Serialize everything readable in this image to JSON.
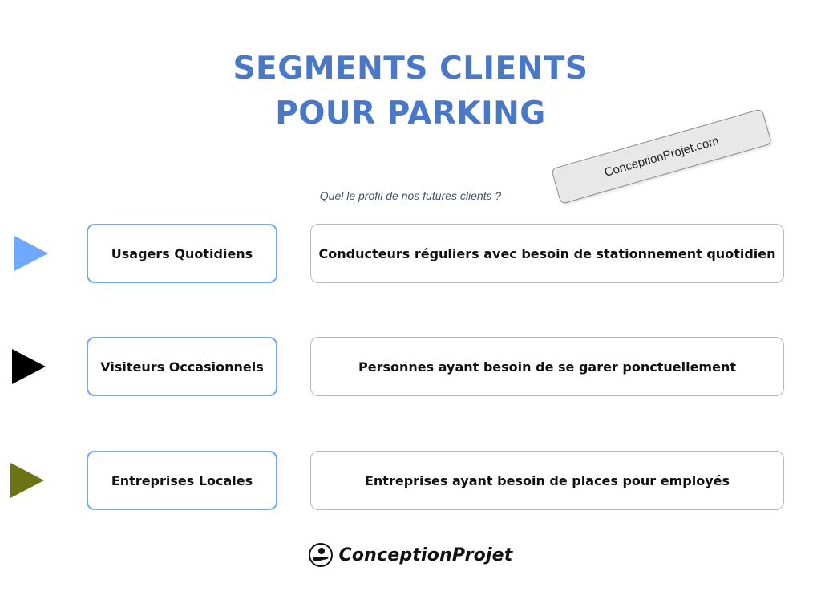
{
  "title_line1": "SEGMENTS CLIENTS",
  "title_line2": "POUR PARKING",
  "subtitle": "Quel le profil de nos futures clients ?",
  "stamp": "ConceptionProjet.com",
  "segments": [
    {
      "label": "Usagers Quotidiens",
      "description": "Conducteurs réguliers avec besoin de stationnement quotidien",
      "arrow_color": "#6fa8ff"
    },
    {
      "label": "Visiteurs Occasionnels",
      "description": "Personnes ayant besoin de se garer ponctuellement",
      "arrow_color": "#000000"
    },
    {
      "label": "Entreprises Locales",
      "description": "Entreprises ayant besoin de places pour employés",
      "arrow_color": "#6b7312"
    }
  ],
  "logo_text": "ConceptionProjet",
  "logo_icon": "hand-coin-icon",
  "colors": {
    "title": "#4a78c9",
    "segment_border": "#6fa8ff",
    "description_border": "#b8b8b8"
  }
}
